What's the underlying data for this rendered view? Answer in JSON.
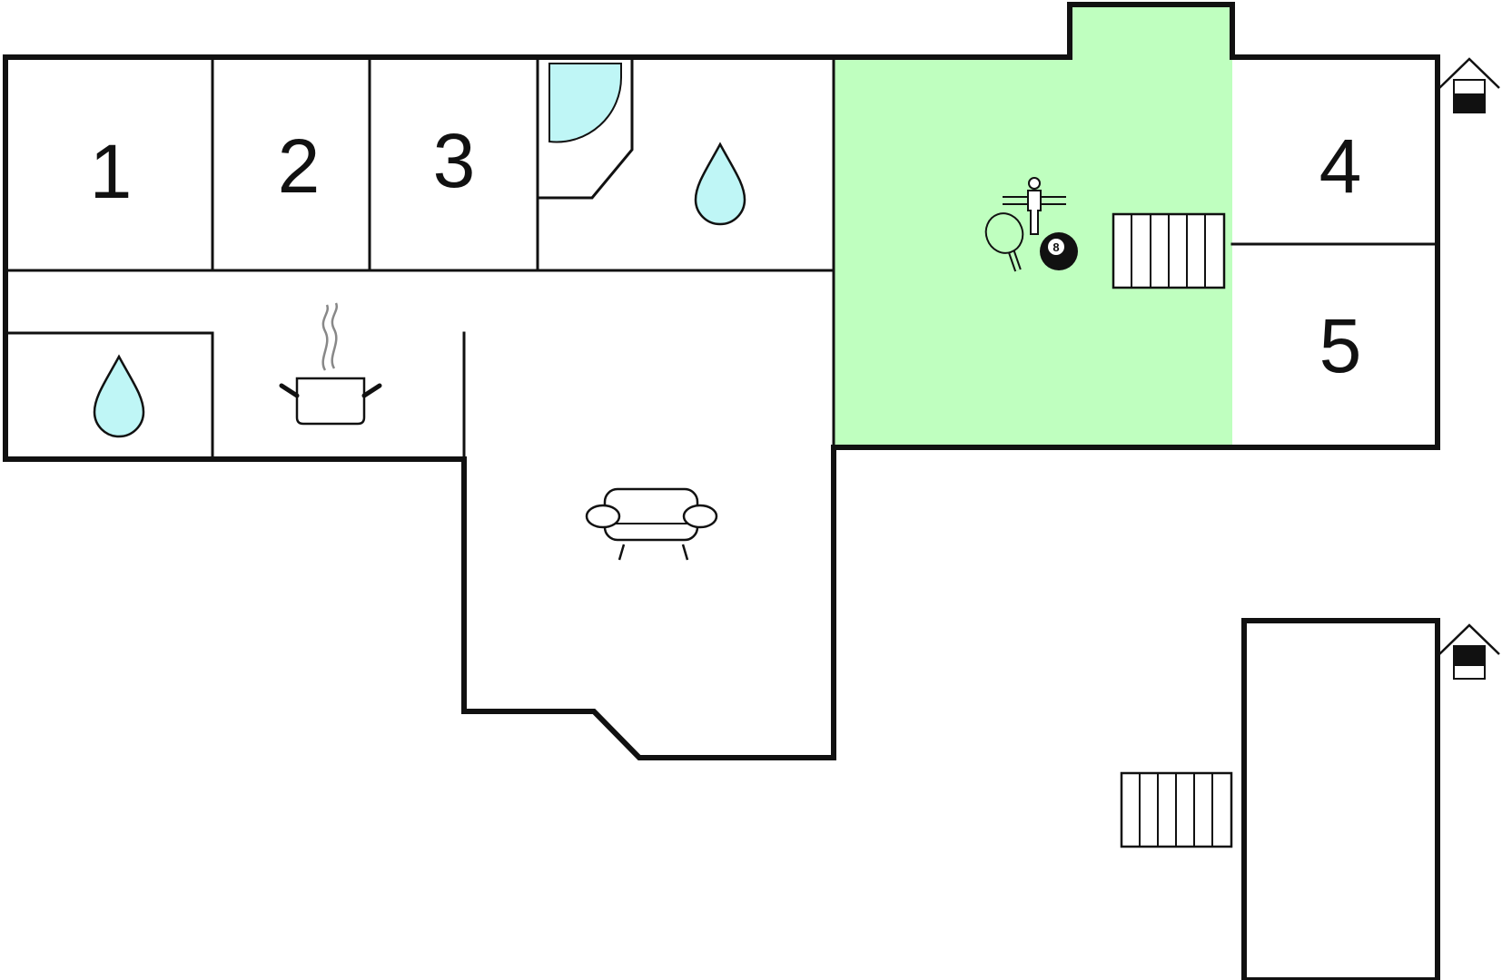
{
  "rooms": {
    "bedroom_1": "1",
    "bedroom_2": "2",
    "bedroom_3": "3",
    "bedroom_4": "4",
    "bedroom_5": "5"
  },
  "icons": {
    "water": "water-drop-icon",
    "kitchen": "cooking-pot-icon",
    "living": "sofa-icon",
    "shower": "shower-icon",
    "table_football": "table-football-icon",
    "table_tennis": "table-tennis-icon",
    "billiards": "billiards-ball-icon",
    "stairs": "stairs-icon",
    "annex": "house-icon"
  },
  "billiard_ball_label": "8",
  "colors": {
    "activity_room": "#bfffbf",
    "water": "#bff6f6",
    "wall": "#111111"
  }
}
